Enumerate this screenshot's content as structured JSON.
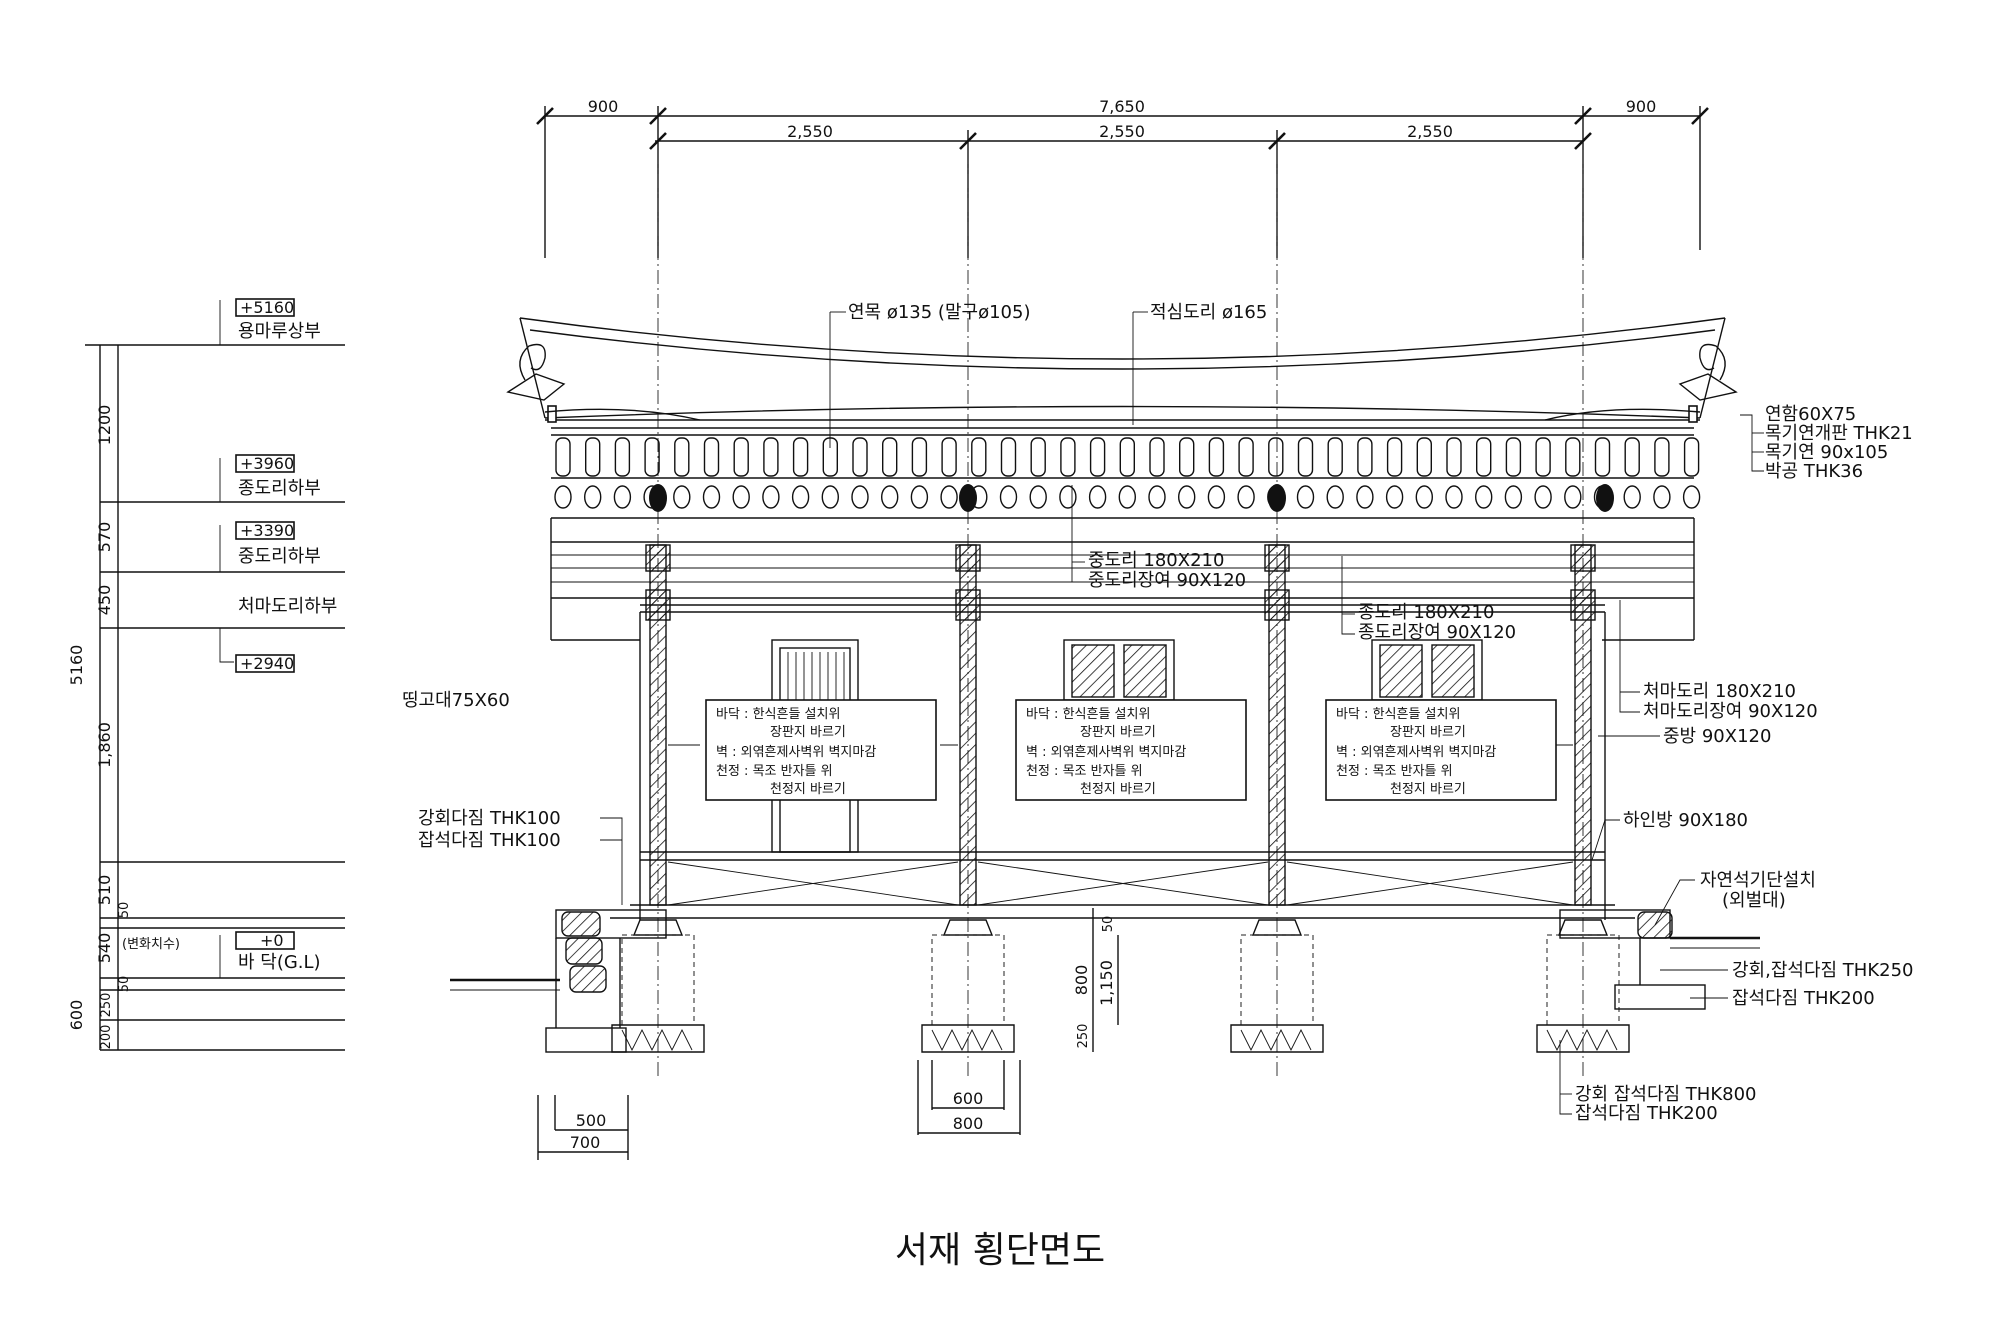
{
  "diagram": {
    "title": "서재 횡단면도",
    "top_dims": {
      "total": "7,650",
      "overhang_left": "900",
      "overhang_right": "900",
      "bays": [
        "2,550",
        "2,550",
        "2,550"
      ]
    },
    "levels": [
      {
        "tag": "+5160",
        "name": "용마루상부"
      },
      {
        "tag": "+3960",
        "name": "종도리하부"
      },
      {
        "tag": "+3390",
        "name": "중도리하부"
      },
      {
        "tag": "+2940",
        "name": "처마도리하부"
      },
      {
        "tag": "+0",
        "name": "바 닥(G.L)"
      }
    ],
    "left_dims": {
      "total": "5160",
      "segments": [
        "1200",
        "570",
        "450",
        "1,860",
        "510",
        "540",
        "50",
        "50",
        "600",
        "250",
        "200"
      ],
      "note": "(변화치수)"
    },
    "roof_labels": {
      "rafter": "연목 ø135 (말구ø105)",
      "purlin": "적심도리 ø165"
    },
    "right_labels": [
      "연함60X75",
      "목기연개판 THK21",
      "목기연 90x105",
      "박공 THK36",
      "처마도리 180X210",
      "처마도리장여 90X120",
      "중방 90X120",
      "하인방 90X180",
      "자연석기단설치",
      "(외벌대)",
      "강회,잡석다짐 THK250",
      "잡석다짐 THK200",
      "강회 잡석다짐 THK800",
      "잡석다짐 THK200"
    ],
    "center_labels": [
      "중도리 180X210",
      "중도리장여 90X120",
      "종도리 180X210",
      "종도리장여 90X120"
    ],
    "left_labels": [
      "띵고대75X60",
      "강회다짐 THK100",
      "잡석다짐 THK100"
    ],
    "room_notes": {
      "line1": "바닥 : 한식흔들 설치위",
      "line2": "장판지 바르기",
      "line3": "벽 : 외엮흔제사벽위 벽지마감",
      "line4": "천정 : 목조 반자틀 위",
      "line5": "천정지 바르기"
    },
    "footing_dims": {
      "left_inner": "500",
      "left_outer": "700",
      "center_inner": "600",
      "center_outer": "800",
      "heights": [
        "50",
        "800",
        "1,150",
        "250"
      ]
    }
  }
}
